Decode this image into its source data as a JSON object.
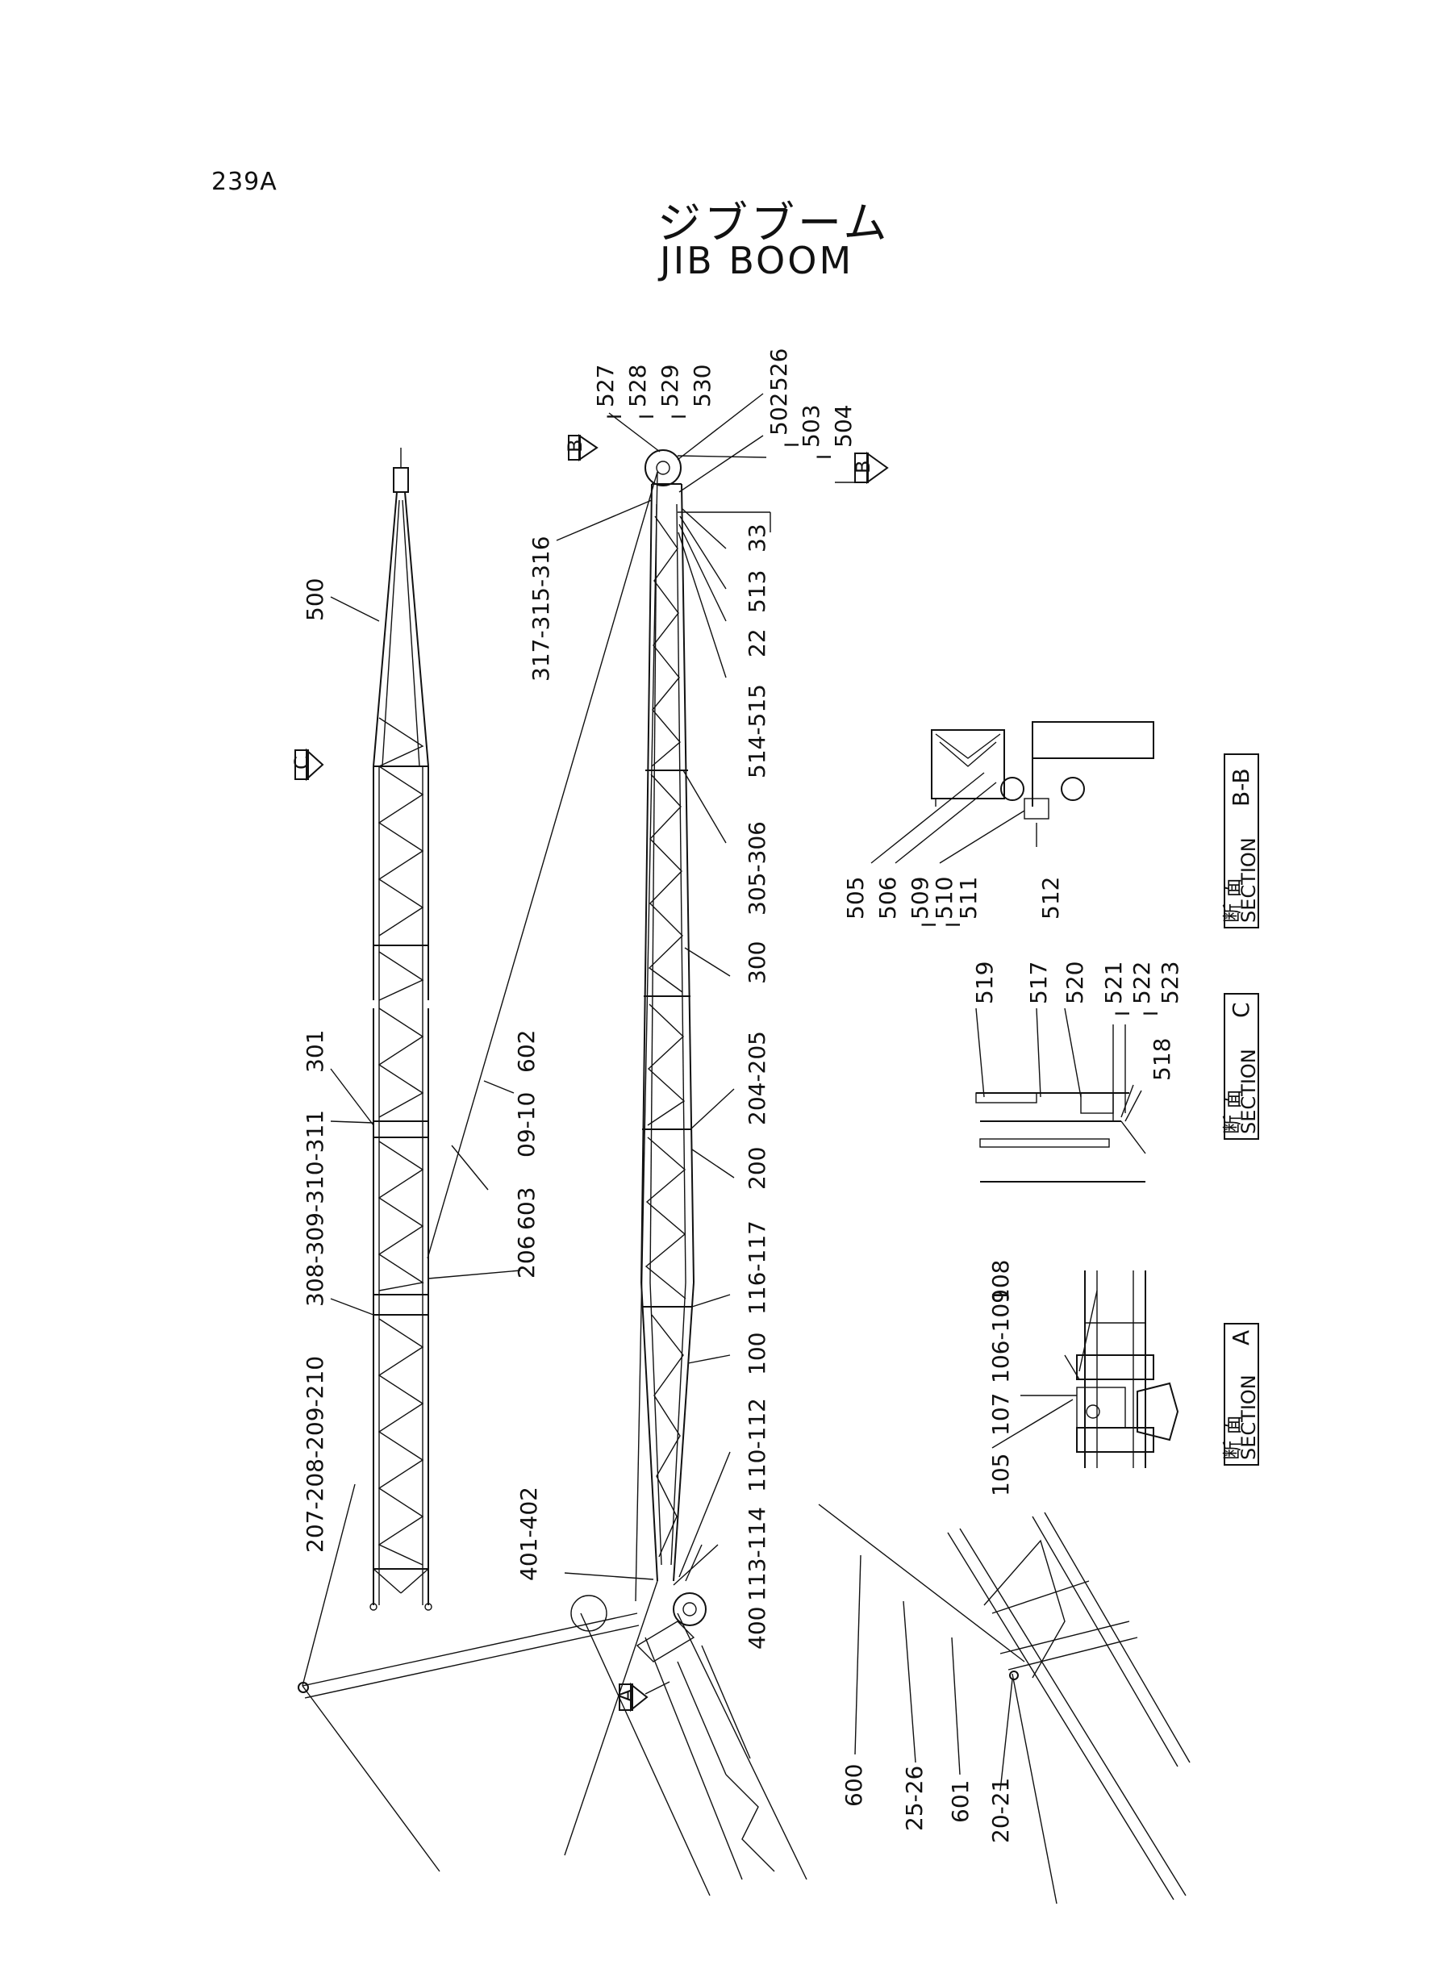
{
  "page_number": "239A",
  "title": {
    "japanese": "ジブブーム",
    "english": "JIB BOOM"
  },
  "view_markers": {
    "b_left": "B",
    "b_right": "B",
    "c": "C",
    "a": "A"
  },
  "sections": {
    "bb": {
      "jp": "断 面",
      "en": "SECTION",
      "id": "B-B"
    },
    "c": {
      "jp": "断 面",
      "en": "SECTION",
      "id": "C"
    },
    "a": {
      "jp": "断 面",
      "en": "SECTION",
      "id": "A"
    }
  },
  "part_labels": {
    "p500": "500",
    "p207": "207-208-209-210",
    "p308": "308-309-310-311",
    "p301": "301",
    "p206": "206",
    "p603": "603",
    "p0910": "09-10",
    "p602": "602",
    "p317": "317-315-316",
    "p527": "527",
    "p528": "528",
    "p529": "529",
    "p530": "530",
    "p526": "526",
    "p502": "502",
    "p503": "503",
    "p504": "504",
    "p33": "33",
    "p513": "513",
    "p22": "22",
    "p514": "514-515",
    "p305": "305-306",
    "p300": "300",
    "p204": "204-205",
    "p200": "200",
    "p116": "116-117",
    "p100": "100",
    "p110": "110-112",
    "p113": "113-114",
    "p400": "400",
    "p401": "401-402",
    "p505": "505",
    "p506": "506",
    "p509": "509",
    "p510": "510",
    "p511": "511",
    "p512": "512",
    "p519": "519",
    "p517": "517",
    "p520": "520",
    "p521": "521",
    "p522": "522",
    "p523": "523",
    "p518": "518",
    "p105": "105",
    "p107": "107",
    "p106": "106-109",
    "p108": "108",
    "p600": "600",
    "p25": "25-26",
    "p601": "601",
    "p20": "20-21",
    "dash": "I"
  }
}
